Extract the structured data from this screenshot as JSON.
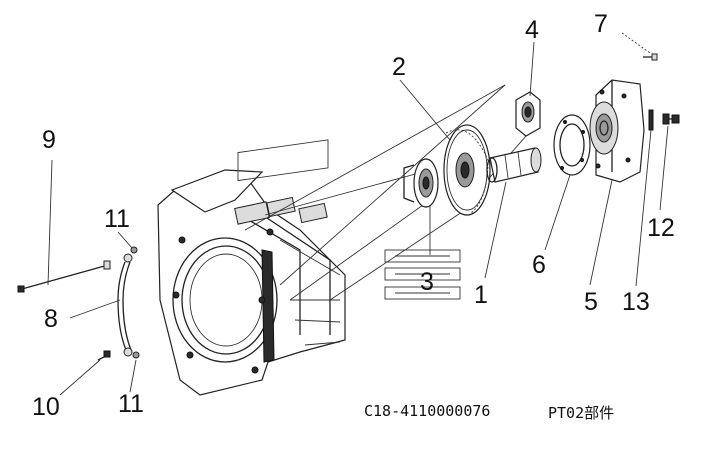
{
  "diagram": {
    "callouts": [
      {
        "id": "c1",
        "text": "1"
      },
      {
        "id": "c2",
        "text": "2"
      },
      {
        "id": "c3",
        "text": "3"
      },
      {
        "id": "c4",
        "text": "4"
      },
      {
        "id": "c5",
        "text": "5"
      },
      {
        "id": "c6",
        "text": "6"
      },
      {
        "id": "c7",
        "text": "7"
      },
      {
        "id": "c8",
        "text": "8"
      },
      {
        "id": "c9",
        "text": "9"
      },
      {
        "id": "c10",
        "text": "10"
      },
      {
        "id": "c11a",
        "text": "11"
      },
      {
        "id": "c11b",
        "text": "11"
      },
      {
        "id": "c12",
        "text": "12"
      },
      {
        "id": "c13",
        "text": "13"
      }
    ],
    "caption_code": "C18-4110000076",
    "caption_name": "PT02部件"
  }
}
